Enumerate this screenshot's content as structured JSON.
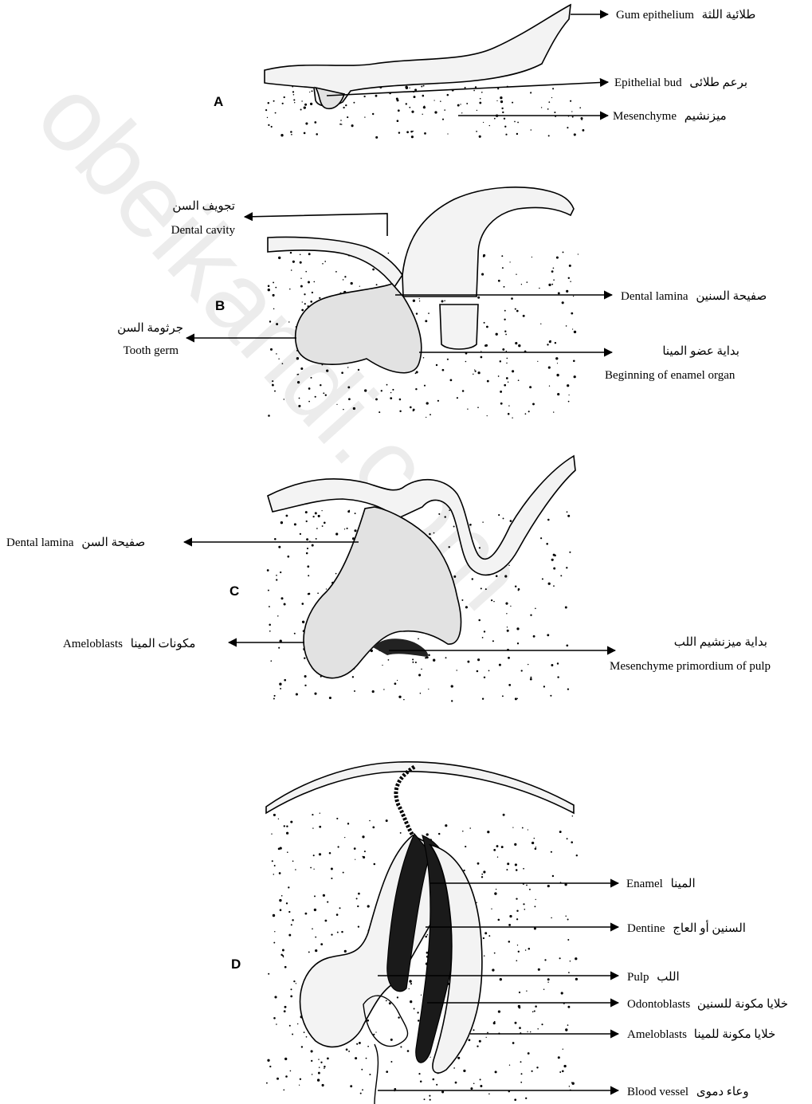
{
  "watermark": "obeikandi.com",
  "panels": {
    "A": {
      "letter": "A",
      "labels": [
        {
          "en": "Gum epithelium",
          "ar": "طلائية اللثة"
        },
        {
          "en": "Epithelial bud",
          "ar": "برعم طلائى"
        },
        {
          "en": "Mesenchyme",
          "ar": "ميزنشيم"
        }
      ]
    },
    "B": {
      "letter": "B",
      "dental_cavity": {
        "ar": "تجويف السن",
        "en": "Dental cavity"
      },
      "tooth_germ": {
        "ar": "جرثومة السن",
        "en": "Tooth germ"
      },
      "dental_lamina": {
        "en": "Dental lamina",
        "ar": "صفيحة السنين"
      },
      "enamel_organ": {
        "ar": "بداية عضو المينا",
        "en": "Beginning of enamel organ"
      }
    },
    "C": {
      "letter": "C",
      "dental_lamina": {
        "en": "Dental lamina",
        "ar": "صفيحة السن"
      },
      "ameloblasts": {
        "en": "Ameloblasts",
        "ar": "مكونات المينا"
      },
      "pulp_primordium": {
        "ar": "بداية ميزنشيم اللب",
        "en": "Mesenchyme primordium of pulp"
      }
    },
    "D": {
      "letter": "D",
      "labels": [
        {
          "en": "Enamel",
          "ar": "المينا"
        },
        {
          "en": "Dentine",
          "ar": "السنين أو العاج"
        },
        {
          "en": "Pulp",
          "ar": "اللب"
        },
        {
          "en": "Odontoblasts",
          "ar": "خلايا مكونة للسنين"
        },
        {
          "en": "Ameloblasts",
          "ar": "خلايا مكونة للمينا"
        },
        {
          "en": "Blood vessel",
          "ar": "وعاء دموى"
        }
      ]
    }
  }
}
